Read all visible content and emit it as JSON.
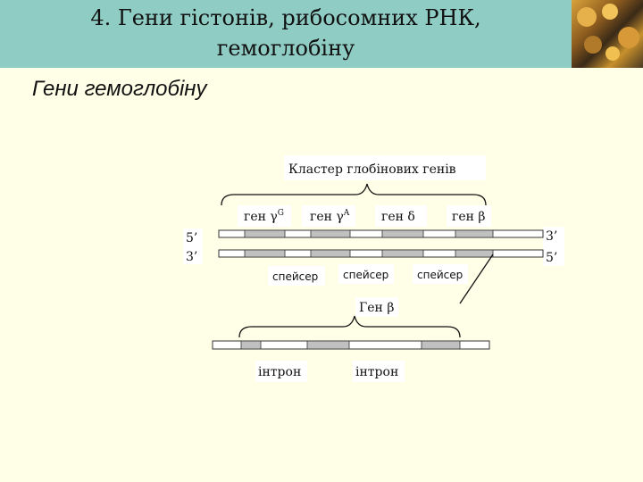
{
  "header": {
    "title_line1": "4. Гени гістонів, рибосомних РНК,",
    "title_line2": "гемоглобіну"
  },
  "subtitle": "Гени гемоглобіну",
  "diagram": {
    "cluster_label": "Кластер глобінових генів",
    "genes": [
      {
        "base": "ген γ",
        "sup": "G"
      },
      {
        "base": "ген γ",
        "sup": "A"
      },
      {
        "base": "ген δ",
        "sup": ""
      },
      {
        "base": "ген β",
        "sup": ""
      }
    ],
    "end_top_left": "5’",
    "end_bottom_left": "3’",
    "end_top_right": "3’",
    "end_bottom_right": "5’",
    "spacers": [
      "спейсер",
      "спейсер",
      "спейсер"
    ],
    "gene_beta_label": "Ген β",
    "introns": [
      "інтрон",
      "інтрон"
    ]
  },
  "colors": {
    "header_bg": "#8fcdc4",
    "page_bg": "#ffffe8",
    "segment_fill": "#c0c0c0"
  }
}
